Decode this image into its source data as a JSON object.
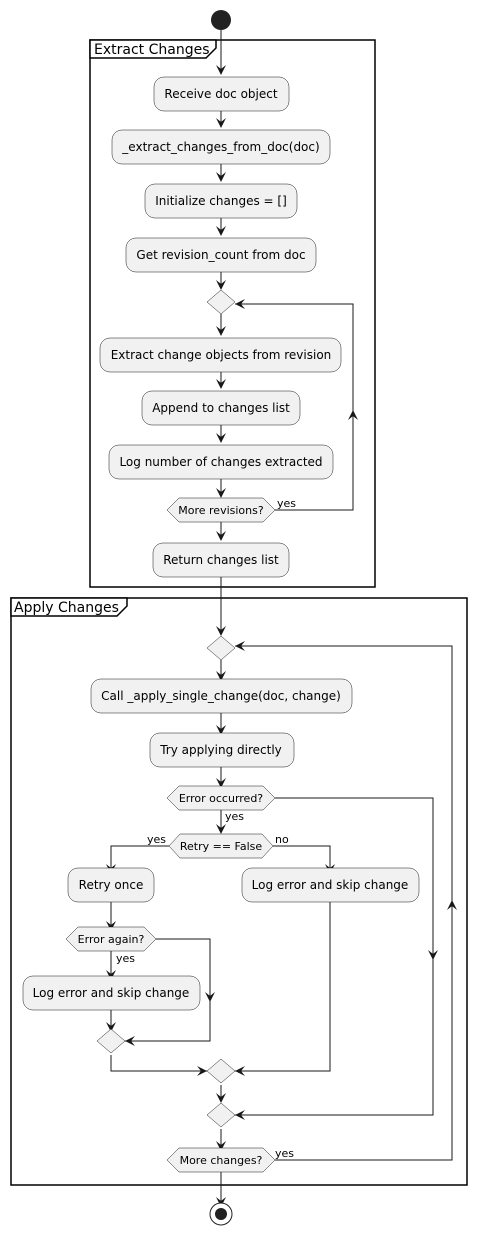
{
  "partitions": {
    "extract": "Extract Changes",
    "apply": "Apply Changes"
  },
  "extract": {
    "receive": "Receive doc object",
    "call_extract": "_extract_changes_from_doc(doc)",
    "init": "Initialize changes = []",
    "get_count": "Get revision_count from doc",
    "extract_objects": "Extract change objects from revision",
    "append": "Append to changes list",
    "log_count": "Log number of changes extracted",
    "more_revisions": "More revisions?",
    "more_revisions_yes": "yes",
    "return_list": "Return changes list"
  },
  "apply": {
    "call_apply": "Call _apply_single_change(doc, change)",
    "try_direct": "Try applying directly",
    "error_occurred": "Error occurred?",
    "error_occurred_yes": "yes",
    "retry_false": "Retry == False",
    "retry_yes": "yes",
    "retry_no": "no",
    "retry_once": "Retry once",
    "log_skip_no": "Log error and skip change",
    "error_again": "Error again?",
    "error_again_yes": "yes",
    "log_skip_yes": "Log error and skip change",
    "more_changes": "More changes?",
    "more_changes_yes": "yes"
  }
}
